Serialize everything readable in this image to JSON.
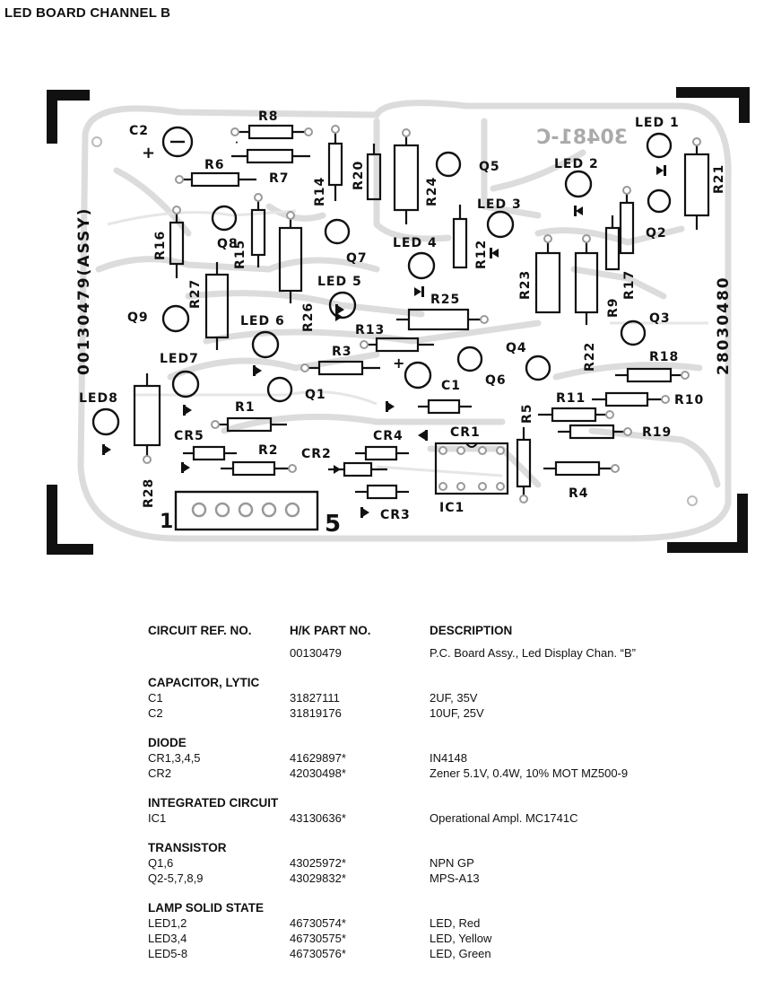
{
  "page": {
    "title": "LED BOARD CHANNEL B"
  },
  "board": {
    "side_left": "00130479(ASSY)",
    "side_right": "28030480",
    "board_number": "30481-C",
    "connector_start": "1",
    "connector_end": "5",
    "labels": [
      "C2",
      "R8",
      "R7",
      "R6",
      "R14",
      "R20",
      "R24",
      "Q5",
      "LED 1",
      "LED 2",
      "R21",
      "LED 3",
      "Q2",
      "R16",
      "Q8",
      "R15",
      "Q7",
      "LED 4",
      "R12",
      "R27",
      "R26",
      "LED 5",
      "R25",
      "R23",
      "R9",
      "R17",
      "Q9",
      "LED 6",
      "R13",
      "Q3",
      "R3",
      "R22",
      "R18",
      "LED7",
      "Q4",
      "Q6",
      "C1",
      "Q1",
      "LED8",
      "R1",
      "R11",
      "R10",
      "R5",
      "CR1",
      "R19",
      "CR5",
      "R2",
      "CR2",
      "CR4",
      "R4",
      "R28",
      "IC1",
      "CR3"
    ]
  },
  "table": {
    "headers": {
      "ref": "CIRCUIT REF. NO.",
      "part": "H/K PART NO.",
      "desc": "DESCRIPTION"
    },
    "assy": {
      "part": "00130479",
      "desc": "P.C. Board Assy., Led Display Chan. “B”"
    },
    "groups": [
      {
        "name": "CAPACITOR, LYTIC",
        "rows": [
          {
            "ref": "C1",
            "part": "31827111",
            "desc": "2UF, 35V"
          },
          {
            "ref": "C2",
            "part": "31819176",
            "desc": "10UF, 25V"
          }
        ]
      },
      {
        "name": "DIODE",
        "rows": [
          {
            "ref": "CR1,3,4,5",
            "part": "41629897*",
            "desc": "IN4148"
          },
          {
            "ref": "CR2",
            "part": "42030498*",
            "desc": "Zener 5.1V, 0.4W, 10% MOT MZ500-9"
          }
        ]
      },
      {
        "name": "INTEGRATED CIRCUIT",
        "rows": [
          {
            "ref": "IC1",
            "part": "43130636*",
            "desc": "Operational Ampl. MC1741C"
          }
        ]
      },
      {
        "name": "TRANSISTOR",
        "rows": [
          {
            "ref": "Q1,6",
            "part": "43025972*",
            "desc": "NPN GP"
          },
          {
            "ref": "Q2-5,7,8,9",
            "part": "43029832*",
            "desc": "MPS-A13"
          }
        ]
      },
      {
        "name": "LAMP SOLID STATE",
        "rows": [
          {
            "ref": "LED1,2",
            "part": "46730574*",
            "desc": "LED, Red"
          },
          {
            "ref": "LED3,4",
            "part": "46730575*",
            "desc": "LED, Yellow"
          },
          {
            "ref": "LED5-8",
            "part": "46730576*",
            "desc": "LED, Green"
          }
        ]
      }
    ]
  }
}
